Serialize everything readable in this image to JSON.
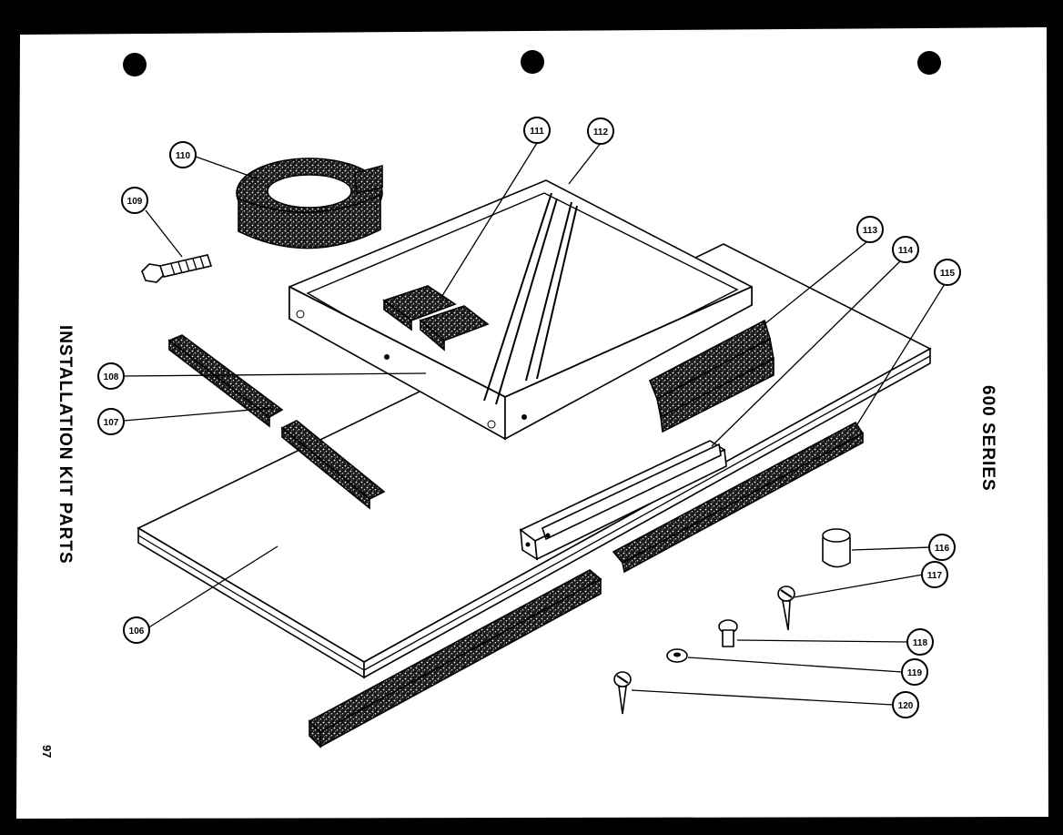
{
  "page": {
    "side_title": "INSTALLATION  KIT PARTS",
    "series_label": "600  SERIES",
    "page_number": "97",
    "colors": {
      "paper": "#ffffff",
      "background": "#000000",
      "ink": "#000000"
    }
  },
  "callouts": [
    {
      "id": "c106",
      "label": "106"
    },
    {
      "id": "c107",
      "label": "107"
    },
    {
      "id": "c108",
      "label": "108"
    },
    {
      "id": "c109",
      "label": "109"
    },
    {
      "id": "c110",
      "label": "110"
    },
    {
      "id": "c111",
      "label": "111"
    },
    {
      "id": "c112",
      "label": "112"
    },
    {
      "id": "c113",
      "label": "113"
    },
    {
      "id": "c114",
      "label": "114"
    },
    {
      "id": "c115",
      "label": "115"
    },
    {
      "id": "c116",
      "label": "116"
    },
    {
      "id": "c117",
      "label": "117"
    },
    {
      "id": "c118",
      "label": "118"
    },
    {
      "id": "c119",
      "label": "119"
    },
    {
      "id": "c120",
      "label": "120"
    }
  ]
}
